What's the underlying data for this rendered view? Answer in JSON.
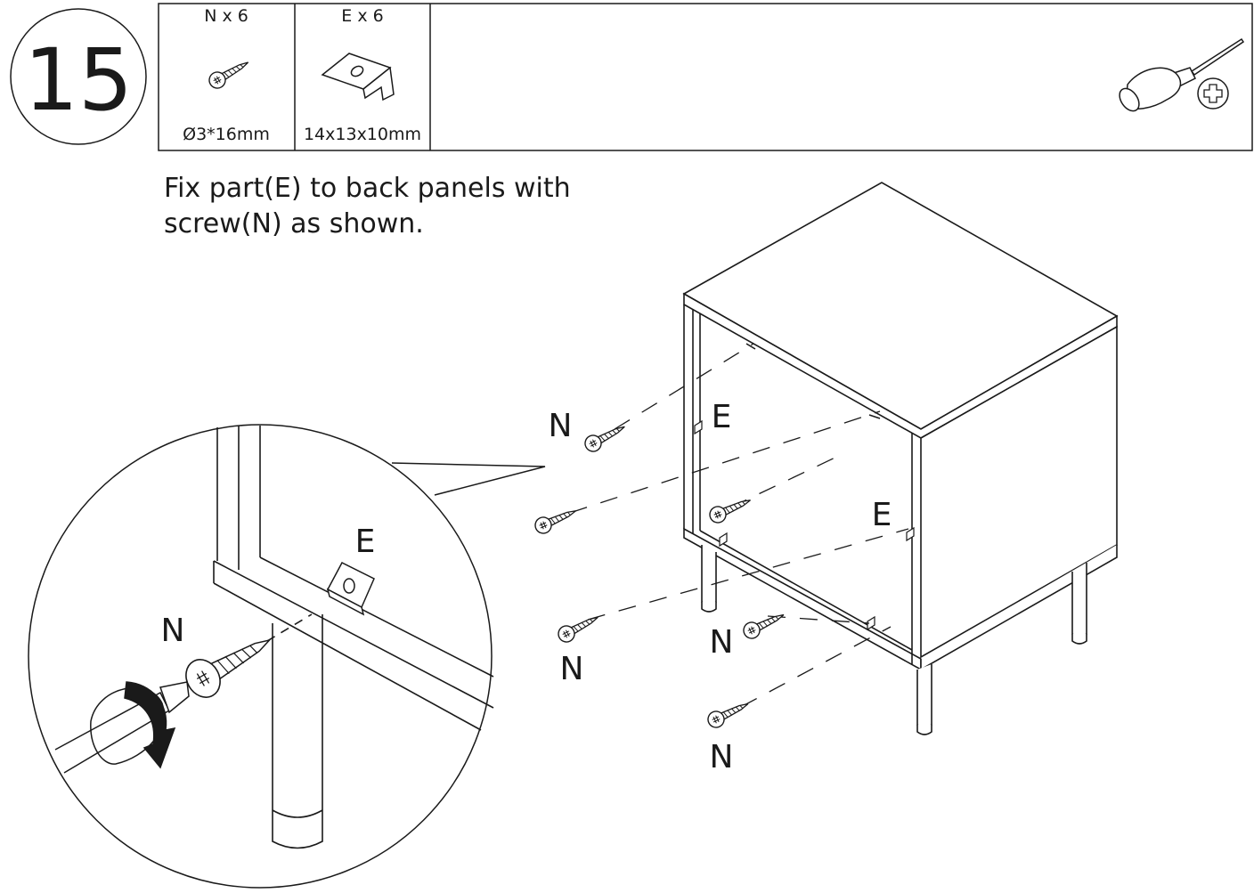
{
  "step": {
    "number": "15"
  },
  "parts": [
    {
      "qty_label": "N x 6",
      "size": "Ø3*16mm"
    },
    {
      "qty_label": "E x 6",
      "size": "14x13x10mm"
    }
  ],
  "tool_icon": "phillips-screwdriver-icon",
  "instruction": {
    "line1": "Fix part(E) to back panels with",
    "line2": "screw(N) as shown."
  },
  "labels": {
    "screw": "N",
    "bracket": "E"
  },
  "colors": {
    "ink": "#1a1a1a",
    "paper": "#ffffff"
  }
}
